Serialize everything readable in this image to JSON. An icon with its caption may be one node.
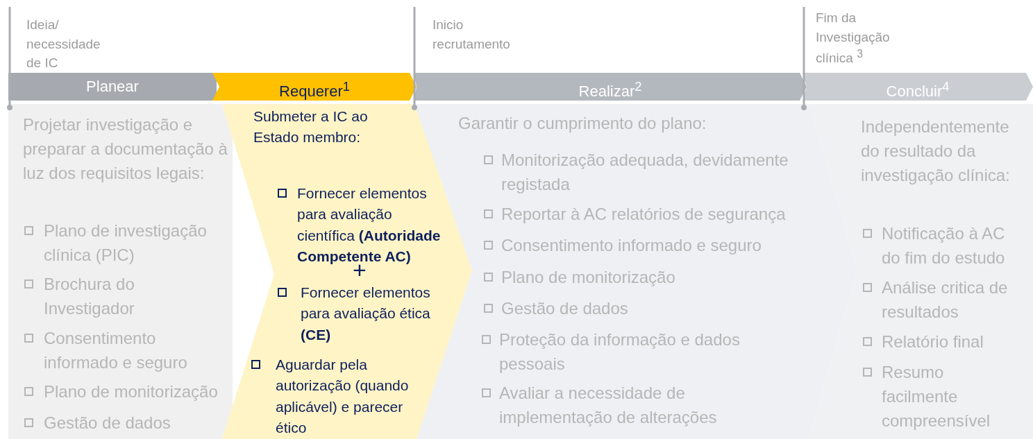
{
  "diagram": {
    "nodes": [
      {
        "text": [
          "Planear"
        ]
      },
      {
        "text": [
          "Requerer$^{1}$"
        ]
      },
      {
        "text": [
          "Realizar$^{2}$"
        ]
      },
      {
        "text": [
          "Concluir$^{4}$"
        ]
      },
      {
        "text": [
          "Projetar investigação e preparar a documentação à luz dos requisitos legais:",
          "Plano de investigação clínica (PIC)",
          "Brochura do Investigador",
          "Consentimento informado e seguro",
          "Plano de monitorização",
          "Gestão de dados"
        ]
      },
      {
        "text": [
          "Submeter a IC ao Estado membro:",
          "Fornecer elementos para avaliação científica **(Autoridade Competente AC)**",
          "+",
          "Fornecer elementos para avaliação ética **(CE)**",
          "Aguardar pela autorização (quando aplicável) e parecer ético"
        ]
      },
      {
        "text": [
          "Garantir o cumprimento do plano:",
          "Monitorização adequada, devidamente registada",
          "Reportar à AC relatórios de segurança",
          "Consentimento informado e seguro",
          "Plano de monitorização",
          "Gestão de dados",
          "Proteção da informação e dados pessoais",
          "Avaliar a necessidade de implementação de alterações"
        ]
      },
      {
        "text": [
          "Independentemente do resultado da investigação clínica:",
          "Notificação à AC do fim do estudo",
          "Análise critica de resultados",
          "Relatório final",
          "Resumo facilmente compreensível"
        ]
      }
    ],
    "labels": [
      "Ideia/ necessidade de IC",
      "Inicio recrutamento",
      "Fim da Investigação clínica $^{3}$"
    ]
  }
}
